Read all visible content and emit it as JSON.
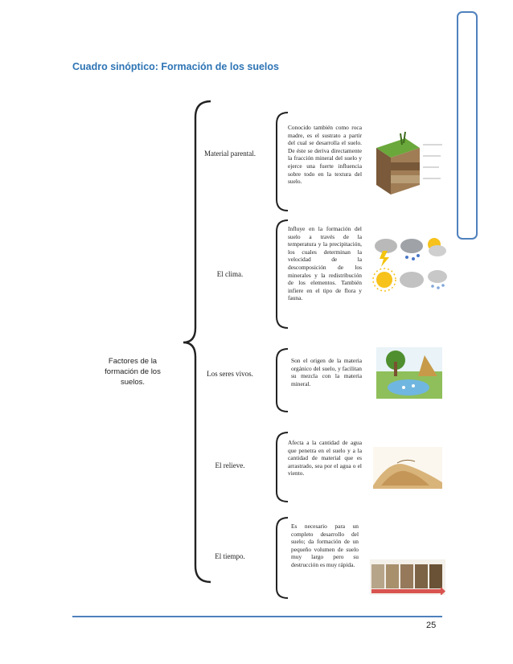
{
  "document": {
    "title": "Cuadro sinóptico: Formación de los suelos",
    "page_number": "25"
  },
  "root": {
    "label": "Factores de la formación de los suelos."
  },
  "factors": [
    {
      "label": "Material parental.",
      "description": "Conocido también como roca madre, es el sustrato a partir del cual se desarrolla el suelo. De éste se deriva directamente la fracción mineral del suelo y ejerce una fuerte influencia sobre todo en la textura del suelo.",
      "image": "soil-profile-block-image"
    },
    {
      "label": "El clima.",
      "description": "Influye en la formación del suelo a través de la temperatura y la precipitación, los cuales determinan la velocidad de la descomposición de los minerales y la redistribución de los elementos. También infiere en el tipo de flora y fauna.",
      "image": "weather-icons-image"
    },
    {
      "label": "Los seres vivos.",
      "description": "Son el origen de la materia orgánico del suelo, y facilitan su mezcla con la materia mineral.",
      "image": "ecosystem-illustration-image"
    },
    {
      "label": "El relieve.",
      "description": "Afecta a la cantidad de agua que penetra en el suelo y a la cantidad de material que es arrastrado, sea por el agua o el viento.",
      "image": "hill-landscape-image"
    },
    {
      "label": "El tiempo.",
      "description": "Es necesario para un completo desarrollo del suelo; da formación de un pequeño volumen de suelo muy largo pero su destrucción es muy rápida.",
      "image": "soil-timeline-image"
    }
  ],
  "colors": {
    "title": "#2e74b5",
    "accent": "#4f81bd",
    "brace": "#222222"
  }
}
